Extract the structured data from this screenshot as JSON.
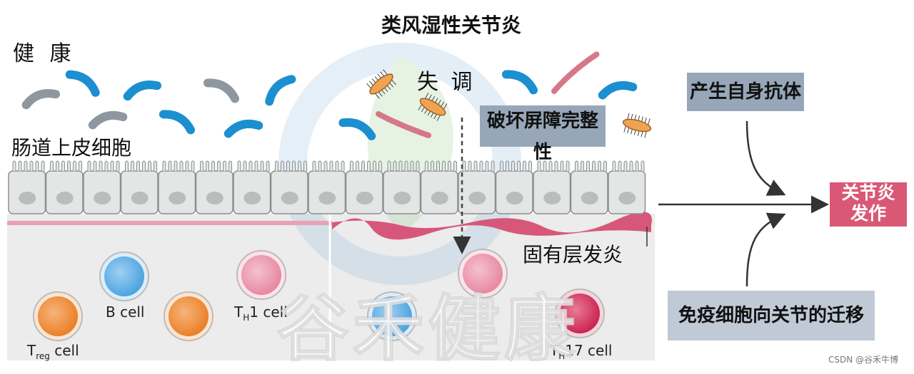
{
  "title": "类风湿性关节炎",
  "labels": {
    "healthy": "健 康",
    "dysbiosis": "失 调",
    "epithelium": "肠道上皮细胞",
    "barrier_damage": "破坏屏障完整性",
    "lamina_inflammation": "固有层发炎",
    "autoantibodies": "产生自身抗体",
    "immune_migration": "免疫细胞向关节的迁移",
    "arthritis_onset_line1": "关节炎",
    "arthritis_onset_line2": "发作"
  },
  "cells": {
    "treg_base": "T",
    "treg_sub": "reg",
    "treg_rest": " cell",
    "b": "B cell",
    "th1_base": "T",
    "th1_sub": "H",
    "th1_rest": "1 cell",
    "th17_base": "T",
    "th17_sub": "H",
    "th17_rest": "17 cell"
  },
  "watermark": "谷禾健康",
  "credit": "CSDN @谷禾牛博",
  "colors": {
    "blue_bacteria": "#1c8fd0",
    "grey_bacteria": "#8e979f",
    "pink_chain": "#d7778a",
    "orange_bacteria": "#f0a451",
    "label_box": "#97a7b9",
    "onset_box": "#d95876",
    "treg": "#f29440",
    "b_cell": "#6ab4e8",
    "th1": "#ef9bb0",
    "th17": "#d7335e"
  }
}
